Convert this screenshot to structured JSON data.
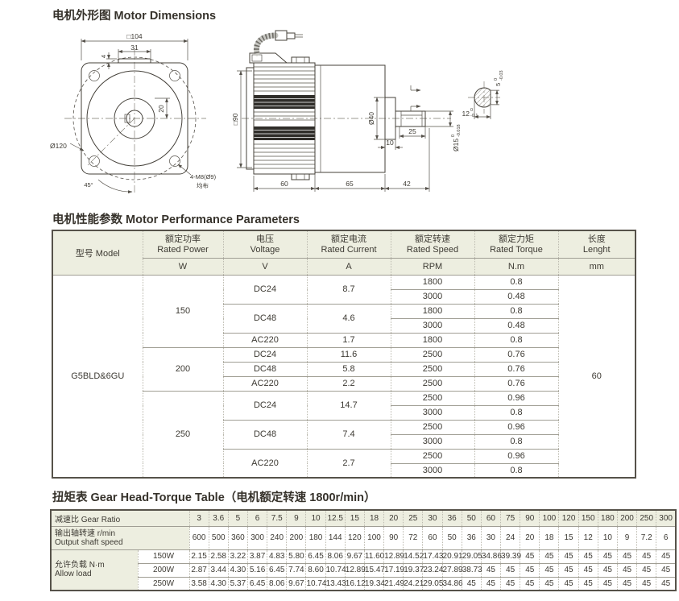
{
  "page": {
    "section1_title": "电机外形图 Motor Dimensions",
    "section2_title": "电机性能参数 Motor Performance Parameters",
    "section3_title": "扭矩表 Gear Head-Torque Table（电机额定转速 1800r/min）"
  },
  "drawing": {
    "front_view": {
      "dim_square": "□104",
      "dim_boss_width": "31",
      "dim_boss_height": "4",
      "dim_center_offset": "20",
      "dim_circle": "Ø120",
      "dim_holes": "4-M8(Ø9)",
      "dim_holes_note": "均布",
      "dim_angle": "45°"
    },
    "side_view": {
      "dim_body": "□90",
      "dim_boss_dia": "Ø40",
      "dim_shaft_len": "25",
      "dim_step": "10",
      "dim_motor_len": "60",
      "dim_gear_len": "65",
      "dim_shaft_total": "42",
      "dim_shaft_dia": "Ø15",
      "dim_shaft_dia_tol_upper": "0",
      "dim_shaft_dia_tol_lower": "-0.018"
    },
    "section_view": {
      "dim_flat": "5",
      "dim_flat_tol_upper": "0",
      "dim_flat_tol_lower": "-0.03",
      "dim_width": "12",
      "dim_width_tol_upper": "0",
      "dim_width_tol_lower": "-0.1"
    }
  },
  "performance_table": {
    "headers": {
      "model": "型号 Model",
      "power_cn": "额定功率",
      "power_en": "Rated Power",
      "power_unit": "W",
      "voltage_cn": "电压",
      "voltage_en": "Voltage",
      "voltage_unit": "V",
      "current_cn": "额定电流",
      "current_en": "Rated Current",
      "current_unit": "A",
      "speed_cn": "额定转速",
      "speed_en": "Rated Speed",
      "speed_unit": "RPM",
      "torque_cn": "额定力矩",
      "torque_en": "Rated Torque",
      "torque_unit": "N.m",
      "length_cn": "长度",
      "length_en": "Lenght",
      "length_unit": "mm"
    },
    "model": "G5BLD&6GU",
    "length": "60",
    "groups": [
      {
        "power": "150",
        "entries": [
          {
            "voltage": "DC24",
            "current": "8.7",
            "speeds": [
              {
                "rpm": "1800",
                "torque": "0.8"
              },
              {
                "rpm": "3000",
                "torque": "0.48"
              }
            ]
          },
          {
            "voltage": "DC48",
            "current": "4.6",
            "speeds": [
              {
                "rpm": "1800",
                "torque": "0.8"
              },
              {
                "rpm": "3000",
                "torque": "0.48"
              }
            ]
          },
          {
            "voltage": "AC220",
            "current": "1.7",
            "speeds": [
              {
                "rpm": "1800",
                "torque": "0.8"
              }
            ]
          }
        ]
      },
      {
        "power": "200",
        "entries": [
          {
            "voltage": "DC24",
            "current": "11.6",
            "speeds": [
              {
                "rpm": "2500",
                "torque": "0.76"
              }
            ]
          },
          {
            "voltage": "DC48",
            "current": "5.8",
            "speeds": [
              {
                "rpm": "2500",
                "torque": "0.76"
              }
            ]
          },
          {
            "voltage": "AC220",
            "current": "2.2",
            "speeds": [
              {
                "rpm": "2500",
                "torque": "0.76"
              }
            ]
          }
        ]
      },
      {
        "power": "250",
        "entries": [
          {
            "voltage": "DC24",
            "current": "14.7",
            "speeds": [
              {
                "rpm": "2500",
                "torque": "0.96"
              },
              {
                "rpm": "3000",
                "torque": "0.8"
              }
            ]
          },
          {
            "voltage": "DC48",
            "current": "7.4",
            "speeds": [
              {
                "rpm": "2500",
                "torque": "0.96"
              },
              {
                "rpm": "3000",
                "torque": "0.8"
              }
            ]
          },
          {
            "voltage": "AC220",
            "current": "2.7",
            "speeds": [
              {
                "rpm": "2500",
                "torque": "0.96"
              },
              {
                "rpm": "3000",
                "torque": "0.8"
              }
            ]
          }
        ]
      }
    ]
  },
  "torque_table": {
    "row_labels": {
      "ratio": "减速比 Gear Ratio",
      "speed_cn": "输出轴转速 r/min",
      "speed_en": "Output shaft speed",
      "load_cn": "允许负载 N·m",
      "load_en": "Allow load"
    },
    "ratios": [
      "3",
      "3.6",
      "5",
      "6",
      "7.5",
      "9",
      "10",
      "12.5",
      "15",
      "18",
      "20",
      "25",
      "30",
      "36",
      "50",
      "60",
      "75",
      "90",
      "100",
      "120",
      "150",
      "180",
      "200",
      "250",
      "300"
    ],
    "output_speeds": [
      "600",
      "500",
      "360",
      "300",
      "240",
      "200",
      "180",
      "144",
      "120",
      "100",
      "90",
      "72",
      "60",
      "50",
      "36",
      "30",
      "24",
      "20",
      "18",
      "15",
      "12",
      "10",
      "9",
      "7.2",
      "6"
    ],
    "load_rows": [
      {
        "label": "150W",
        "values": [
          "2.15",
          "2.58",
          "3.22",
          "3.87",
          "4.83",
          "5.80",
          "6.45",
          "8.06",
          "9.67",
          "11.60",
          "12.89",
          "14.52",
          "17.43",
          "20.91",
          "29.05",
          "34.86",
          "39.39",
          "45",
          "45",
          "45",
          "45",
          "45",
          "45",
          "45",
          "45"
        ]
      },
      {
        "label": "200W",
        "values": [
          "2.87",
          "3.44",
          "4.30",
          "5.16",
          "6.45",
          "7.74",
          "8.60",
          "10.74",
          "12.89",
          "15.47",
          "17.19",
          "19.37",
          "23.24",
          "27.89",
          "38.73",
          "45",
          "45",
          "45",
          "45",
          "45",
          "45",
          "45",
          "45",
          "45",
          "45"
        ]
      },
      {
        "label": "250W",
        "values": [
          "3.58",
          "4.30",
          "5.37",
          "6.45",
          "8.06",
          "9.67",
          "10.74",
          "13.43",
          "16.12",
          "19.34",
          "21.49",
          "24.21",
          "29.05",
          "34.86",
          "45",
          "45",
          "45",
          "45",
          "45",
          "45",
          "45",
          "45",
          "45",
          "45",
          "45"
        ]
      }
    ]
  },
  "colors": {
    "header_bg": "#edeee0",
    "border_dark": "#56524a",
    "line_gray": "#a09e94",
    "text": "#3d3a33"
  }
}
